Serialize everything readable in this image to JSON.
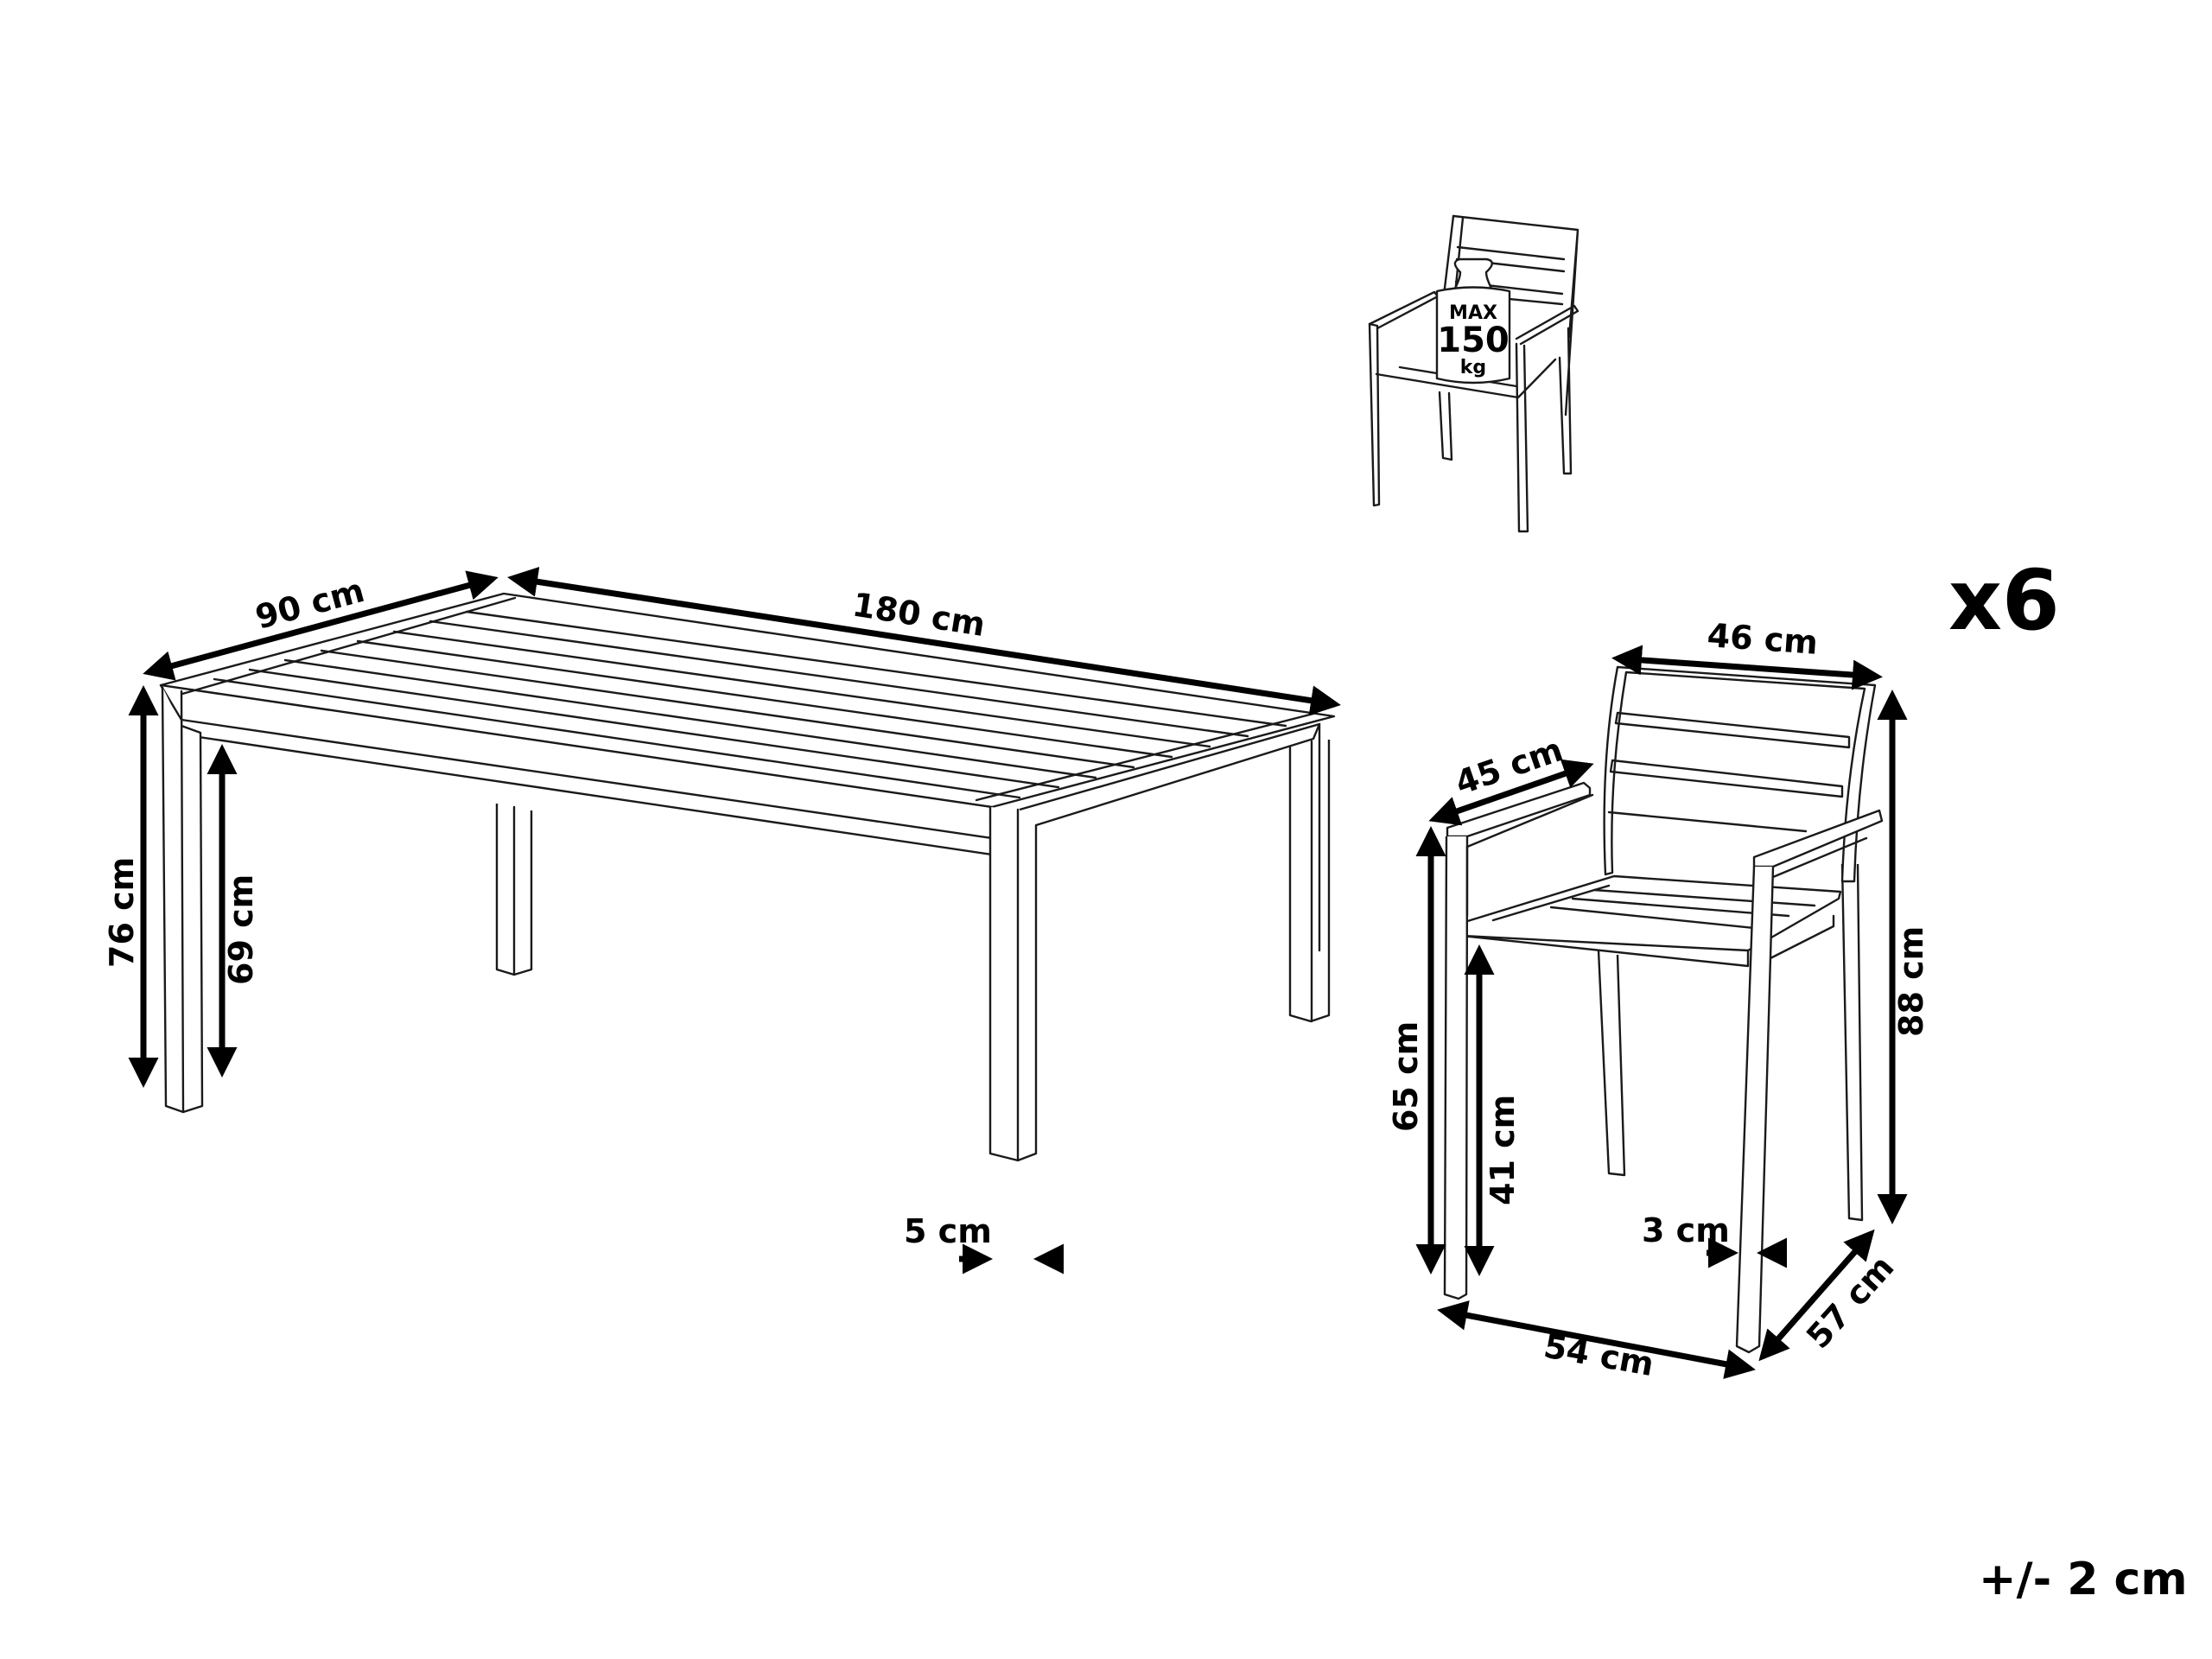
{
  "figure": {
    "type": "furniture dimension diagram",
    "quantity_label": "x6",
    "tolerance_label": "+/- 2 cm"
  },
  "table": {
    "width": "90 cm",
    "length": "180 cm",
    "height": "76 cm",
    "leg_clearance": "69 cm",
    "leg_thickness": "5 cm"
  },
  "chair": {
    "back_width": "46 cm",
    "armrest_length": "45 cm",
    "armrest_height": "65 cm",
    "seat_height": "41 cm",
    "total_height": "88 cm",
    "leg_thickness": "3 cm",
    "width": "54 cm",
    "depth": "57 cm"
  },
  "load_badge": {
    "line1": "MAX",
    "line2": "150",
    "line3": "kg"
  },
  "colors": {
    "ink": "#000000",
    "background": "#ffffff"
  }
}
